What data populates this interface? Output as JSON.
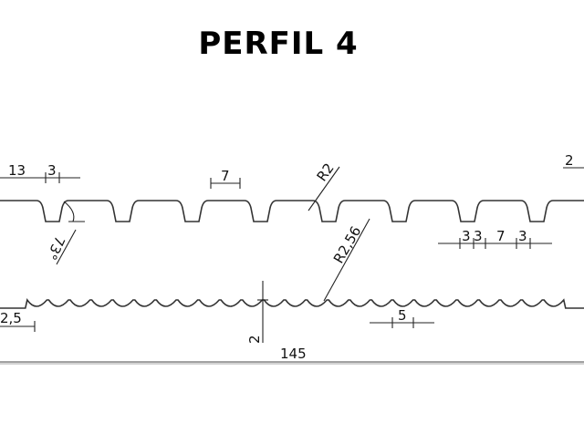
{
  "title": "PERFIL 4",
  "dimensions": {
    "top_pitch": "13",
    "top_gap": "3",
    "top_crest": "7",
    "top_radius": "R2",
    "angle": "73°",
    "lower_radius": "R2,56",
    "right_height": "2",
    "dim_3a": "3",
    "dim_3b": "3",
    "dim_7": "7",
    "dim_3c": "3",
    "left_offset": "2,5",
    "scallop_height": "2",
    "scallop_pitch": "5",
    "total_width": "145"
  }
}
